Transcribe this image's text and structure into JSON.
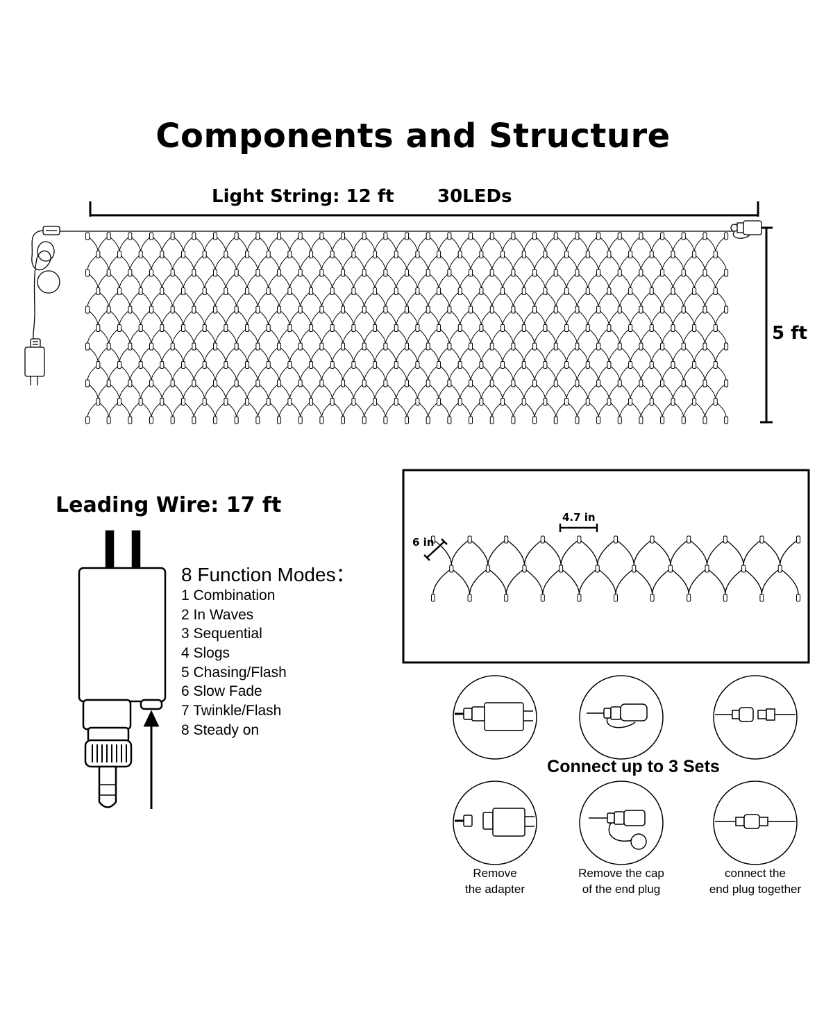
{
  "title": "Components and Structure",
  "light_string": {
    "length_label": "Light String: 12 ft",
    "led_label": "30LEDs",
    "height_label": "5 ft"
  },
  "leading_wire": {
    "label": "Leading Wire: 17 ft"
  },
  "function_modes": {
    "title": "8 Function Modes：",
    "items": [
      "1 Combination",
      "2 In Waves",
      "3 Sequential",
      "4 Slogs",
      "5 Chasing/Flash",
      "6 Slow Fade",
      "7 Twinkle/Flash",
      "8 Steady on"
    ]
  },
  "detail": {
    "horizontal_spacing": "4.7 in",
    "vertical_spacing": "6 in"
  },
  "connect": {
    "title": "Connect up to 3 Sets",
    "steps": [
      {
        "caption_line1": "Remove",
        "caption_line2": "the adapter"
      },
      {
        "caption_line1": "Remove the cap",
        "caption_line2": "of the end plug"
      },
      {
        "caption_line1": "connect the",
        "caption_line2": "end plug together"
      }
    ]
  }
}
